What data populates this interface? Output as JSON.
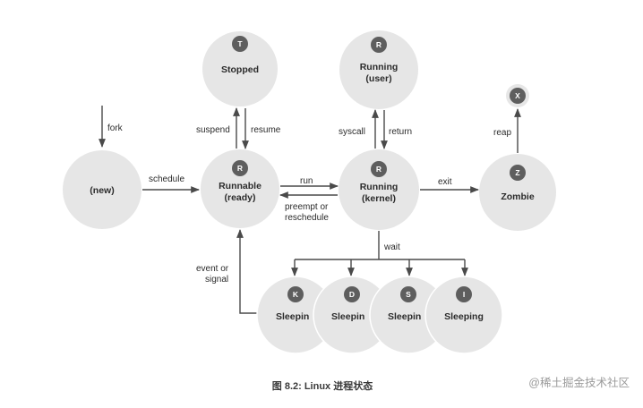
{
  "diagram": {
    "nodes": {
      "stopped": {
        "badge": "T",
        "lines": [
          "Stopped"
        ]
      },
      "running_user": {
        "badge": "R",
        "lines": [
          "Running",
          "(user)"
        ]
      },
      "new": {
        "badge": "",
        "lines": [
          "(new)"
        ]
      },
      "runnable": {
        "badge": "R",
        "lines": [
          "Runnable",
          "(ready)"
        ]
      },
      "running_kernel": {
        "badge": "R",
        "lines": [
          "Running",
          "(kernel)"
        ]
      },
      "zombie": {
        "badge": "Z",
        "lines": [
          "Zombie"
        ]
      },
      "exit_x": {
        "badge": "X",
        "lines": []
      },
      "sleep_k": {
        "badge": "K",
        "lines": [
          "Sleepin"
        ]
      },
      "sleep_d": {
        "badge": "D",
        "lines": [
          "Sleepin"
        ]
      },
      "sleep_s": {
        "badge": "S",
        "lines": [
          "Sleepin"
        ]
      },
      "sleep_i": {
        "badge": "I",
        "lines": [
          "Sleeping"
        ]
      }
    },
    "edge_labels": {
      "fork": "fork",
      "schedule": "schedule",
      "suspend": "suspend",
      "resume": "resume",
      "syscall": "syscall",
      "return": "return",
      "run": "run",
      "preempt": "preempt or",
      "reschedule": "reschedule",
      "exit": "exit",
      "reap": "reap",
      "wait": "wait",
      "event": "event or",
      "signal": "signal"
    }
  },
  "caption": "图 8.2: Linux 进程状态",
  "watermark": "@稀土掘金技术社区",
  "colors": {
    "node_fill": "#e6e6e6",
    "badge_fill": "#5e5e5e",
    "edge_stroke": "#4a4a4a"
  }
}
